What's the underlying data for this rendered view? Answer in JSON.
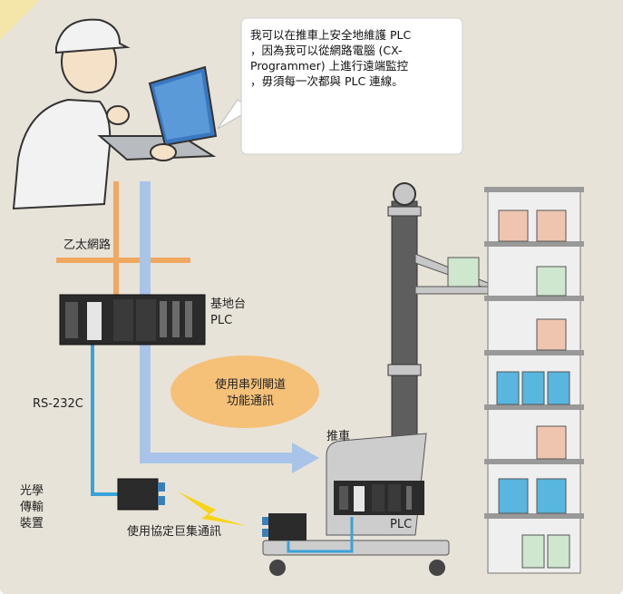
{
  "speech_bubble": {
    "text": "我可以在推車上安全地維護 PLC\n，因為我可以從網路電腦 (CX-\nProgrammer) 上進行遠端監控\n，毋須每一次都與 PLC 連線。"
  },
  "labels": {
    "ethernet": "乙太網路",
    "base_plc": "基地台\nPLC",
    "rs232c": "RS-232C",
    "optical": "光學\n傳輸\n裝置",
    "serial_gateway": "使用串列閘道\n功能通訊",
    "cart": "推車",
    "cart_plc": "PLC",
    "protocol_macro": "使用協定巨集通訊"
  },
  "colors": {
    "background": "#e8e3d9",
    "ethernet_line": "#f0a860",
    "serial_line": "#3aa3d8",
    "wireless_arrow": "#a9c4e8",
    "oval": "#f5c078",
    "lightning": "#f7d417",
    "shelf_pink": "#efc5b0",
    "shelf_green": "#cfe6cf",
    "shelf_blue": "#58b6df"
  }
}
